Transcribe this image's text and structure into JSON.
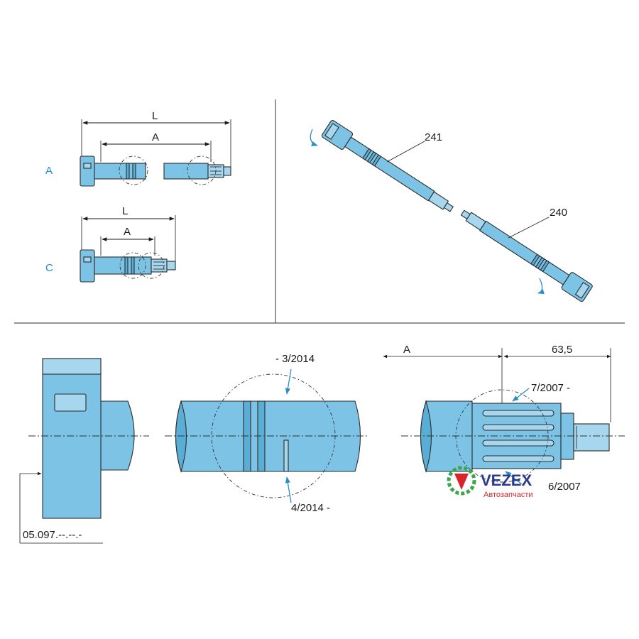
{
  "variants": {
    "a": {
      "label": "A",
      "dim_l": "L",
      "dim_a": "A"
    },
    "c": {
      "label": "C",
      "dim_l": "L",
      "dim_a": "A"
    }
  },
  "parts": {
    "shaft_241": "241",
    "shaft_240": "240"
  },
  "details": {
    "groove_top": "- 3/2014",
    "groove_bottom": "4/2014 -",
    "spline_top": "7/2007 -",
    "spline_bottom": "6/2007",
    "dim_a": "A",
    "dim_spline": "63,5",
    "part_ref": "05.097.--.--.-"
  },
  "watermark": {
    "brand": "VEZEX",
    "subtitle": "Автозапчасти"
  },
  "colors": {
    "part_fill": "#7cc3e6",
    "label_blue": "#1f8fc9",
    "watermark_red": "#d7262a",
    "watermark_green": "#3aa64a"
  }
}
